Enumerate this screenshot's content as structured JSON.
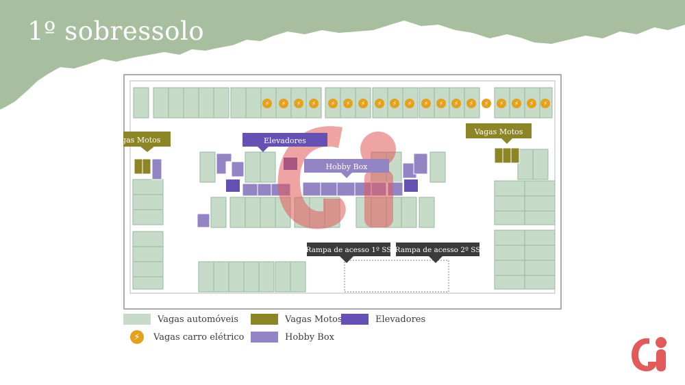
{
  "page": {
    "title": "1º sobressolo"
  },
  "colors": {
    "header": "#a7bf9f",
    "parking": "#c7dbc9",
    "parking_line": "#9ab79f",
    "moto": "#8c8526",
    "elevator": "#6451b3",
    "hobby": "#9384c3",
    "ev_badge": "#e5a11a",
    "label_dark": "#3b3b3b",
    "watermark": "#e25a5a"
  },
  "plan": {
    "moto_label_left": "Vagas Motos",
    "moto_label_right": "Vagas Motos",
    "elevators_label": "Elevadores",
    "hobby_box_label": "Hobby Box",
    "ramp_1_label": "Rampa de acesso 1º SS",
    "ramp_2_label": "Rampa de acesso 2º SS",
    "ev_icon": "⚡"
  },
  "legend": {
    "cars": "Vagas automóveis",
    "motos": "Vagas Motos",
    "elevators": "Elevadores",
    "ev": "Vagas carro elétrico",
    "hobby": "Hobby Box"
  }
}
